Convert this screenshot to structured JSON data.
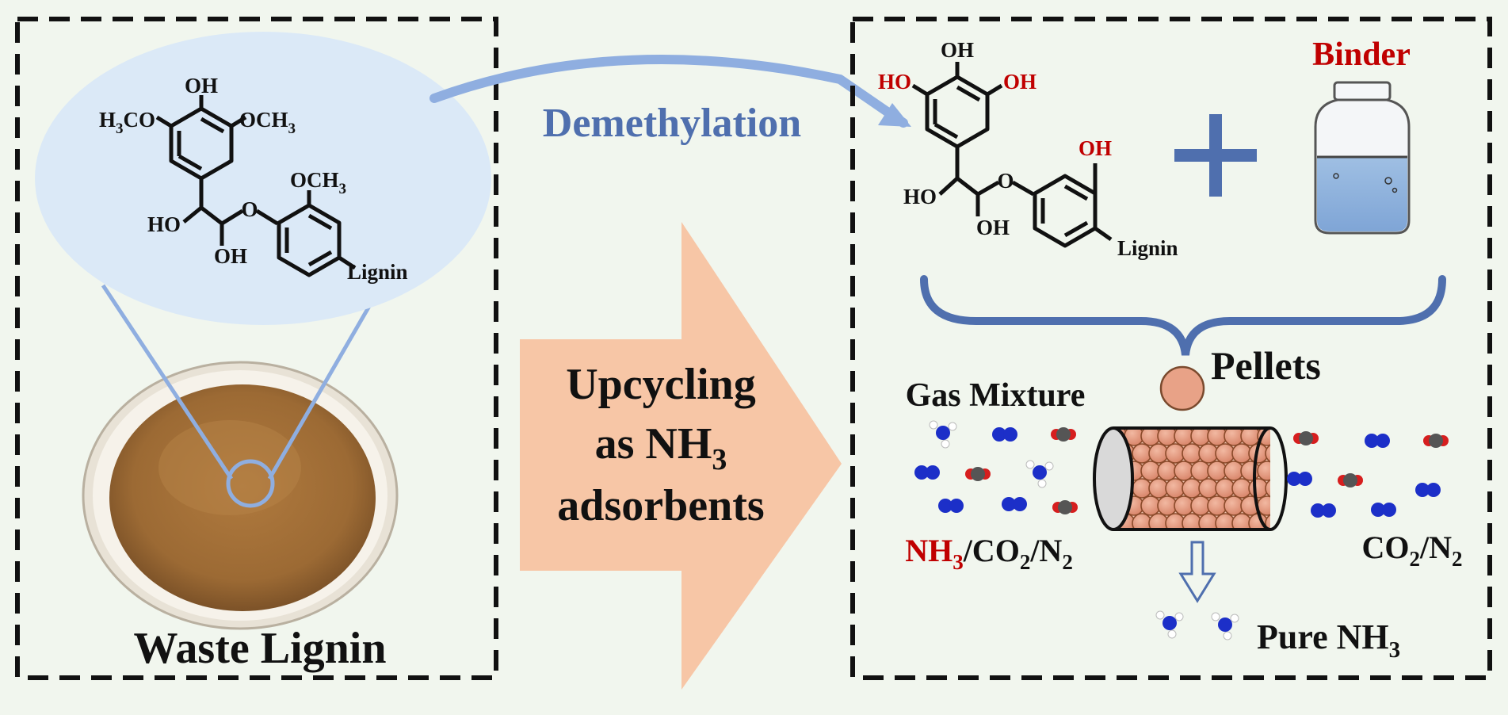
{
  "colors": {
    "background": "#f1f6ee",
    "dash_border": "#111111",
    "accent_blue": "#4f6fae",
    "curve_blue": "#8faee0",
    "bubble_fill": "#dbe9f7",
    "arrow_fill": "#f7c6a6",
    "red_label": "#c00000",
    "pellet": "#e8a287",
    "nitrogen_atom": "#1c2fc8",
    "carbon_atom": "#555555",
    "oxygen_atom": "#d61e1e"
  },
  "left_panel": {
    "caption": "Waste Lignin",
    "structure": {
      "oh_top": "OH",
      "methoxy_left_1": "H",
      "methoxy_left_sub": "3",
      "methoxy_left_2": "CO",
      "methoxy_right_1": "OCH",
      "methoxy_right_sub": "3",
      "methoxy_ring2_1": "OCH",
      "methoxy_ring2_sub": "3",
      "oxygen_link": "O",
      "ho_chain": "HO",
      "oh_chain": "OH",
      "lignin": "Lignin"
    }
  },
  "process": {
    "demethylation": "Demethylation",
    "arrow_line1": "Upcycling",
    "arrow_line2_a": "as NH",
    "arrow_line2_sub": "3",
    "arrow_line3": "adsorbents"
  },
  "right_panel": {
    "structure": {
      "oh_top": "OH",
      "ho_left": "HO",
      "oh_right": "OH",
      "oh_ring2": "OH",
      "oxygen_link": "O",
      "ho_chain": "HO",
      "oh_chain": "OH",
      "lignin": "Lignin"
    },
    "binder": "Binder",
    "plus": "+",
    "pellets": "Pellets",
    "gas_mixture": "Gas Mixture",
    "feed_label": {
      "nh": "NH",
      "nh_sub": "3",
      "rest_a": "/CO",
      "rest_a_sub": "2",
      "rest_b": "/N",
      "rest_b_sub": "2"
    },
    "outlet_label": {
      "co": "CO",
      "co_sub": "2",
      "n": "/N",
      "n_sub": "2"
    },
    "pure_label": {
      "text": "Pure NH",
      "sub": "3"
    }
  }
}
